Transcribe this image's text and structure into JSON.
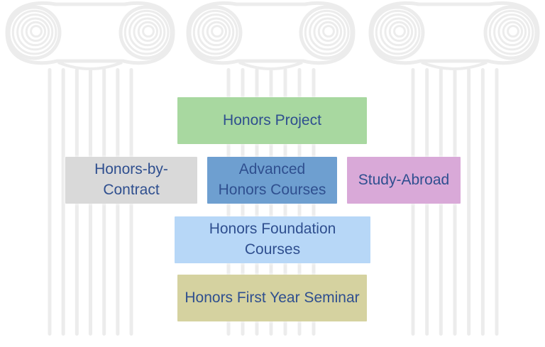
{
  "colors": {
    "column_stroke": "#ececec",
    "text": "#2f4f8f",
    "honors_project_bg": "#a8d8a0",
    "honors_by_contract_bg": "#d9d9d9",
    "advanced_honors_bg": "#6e9fd0",
    "study_abroad_bg": "#d9a9d8",
    "foundation_bg": "#b7d7f7",
    "first_year_seminar_bg": "#d5d2a0"
  },
  "background": {
    "decoration": "three ionic columns"
  },
  "pyramid": {
    "honors_project": "Honors Project",
    "honors_by_contract": "Honors-by-\nContract",
    "advanced_honors_courses": "Advanced\nHonors Courses",
    "study_abroad": "Study-Abroad",
    "honors_foundation_courses": "Honors Foundation\nCourses",
    "honors_first_year_seminar": "Honors First Year Seminar"
  }
}
